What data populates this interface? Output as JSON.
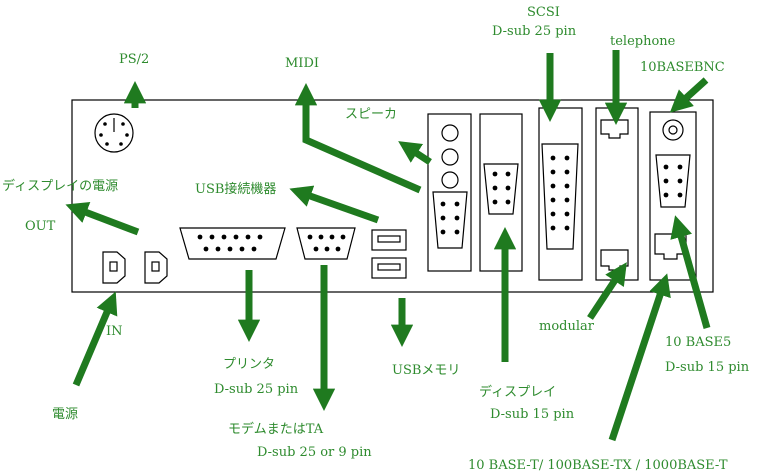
{
  "diagram": {
    "labels": {
      "ps2": "PS/2",
      "midi": "MIDI",
      "scsi": "SCSI",
      "scsi_connector": "D-sub 25 pin",
      "telephone": "telephone",
      "bnc": "10BASEBNC",
      "speaker": "スピーカ",
      "display_power": "ディスプレイの電源",
      "out": "OUT",
      "usb_devices": "USB接続機器",
      "in": "IN",
      "power": "電源",
      "printer": "プリンタ",
      "printer_connector": "D-sub 25 pin",
      "modem_ta": "モデムまたはTA",
      "modem_connector": "D-sub 25 or 9 pin",
      "usb_memory": "USBメモリ",
      "display": "ディスプレイ",
      "display_connector": "D-sub 15 pin",
      "modular": "modular",
      "base5": "10 BASE5",
      "base5_connector": "D-sub 15 pin",
      "ethernet": "10 BASE-T/ 100BASE-TX / 1000BASE-T"
    },
    "colors": {
      "label_text": "#2e8b2e",
      "arrow": "#1f7a1f",
      "outline": "#000000"
    }
  }
}
